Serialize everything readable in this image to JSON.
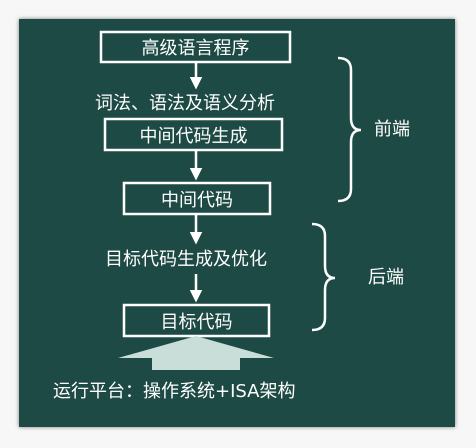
{
  "diagram": {
    "boxes": {
      "source": "高级语言程序",
      "ir_gen": "中间代码生成",
      "ir": "中间代码",
      "target": "目标代码"
    },
    "steps": {
      "analysis": "词法、语法及语义分析",
      "codegen": "目标代码生成及优化"
    },
    "brackets": {
      "front": "前端",
      "back": "后端"
    },
    "platform": "运行平台：操作系统+ISA架构"
  },
  "colors": {
    "board": "#1d4a44",
    "ink": "#ffffff",
    "platform_arrow": "#c9ddd9"
  }
}
